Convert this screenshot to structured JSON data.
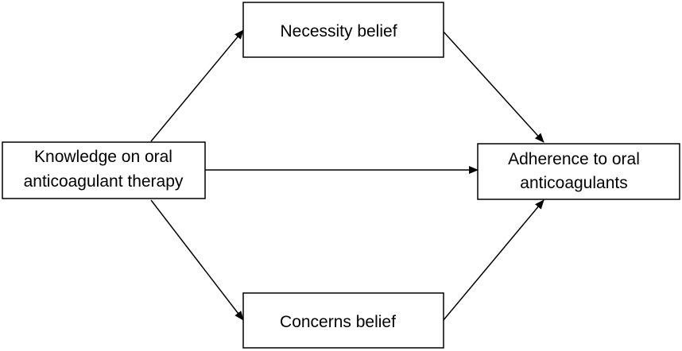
{
  "nodes": {
    "knowledge": {
      "line1": "Knowledge on oral",
      "line2": "anticoagulant therapy"
    },
    "necessity": {
      "label": "Necessity belief"
    },
    "concerns": {
      "label": "Concerns belief"
    },
    "adherence": {
      "line1": "Adherence to oral",
      "line2": "anticoagulants"
    }
  },
  "edges": [
    {
      "from": "knowledge",
      "to": "necessity"
    },
    {
      "from": "knowledge",
      "to": "adherence"
    },
    {
      "from": "knowledge",
      "to": "concerns"
    },
    {
      "from": "necessity",
      "to": "adherence"
    },
    {
      "from": "concerns",
      "to": "adherence"
    }
  ],
  "colors": {
    "stroke": "#000000",
    "background": "#ffffff"
  }
}
